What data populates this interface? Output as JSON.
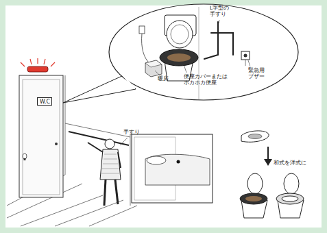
{
  "diagram": {
    "nodes": [
      {
        "text": [
          "W.C"
        ]
      }
    ],
    "labels": [
      "L字型の 手すり",
      "緊急用 ブザー",
      "暖房",
      "便座カバーまたは ホカホカ便座",
      "手すり",
      "和式を洋式に"
    ]
  }
}
